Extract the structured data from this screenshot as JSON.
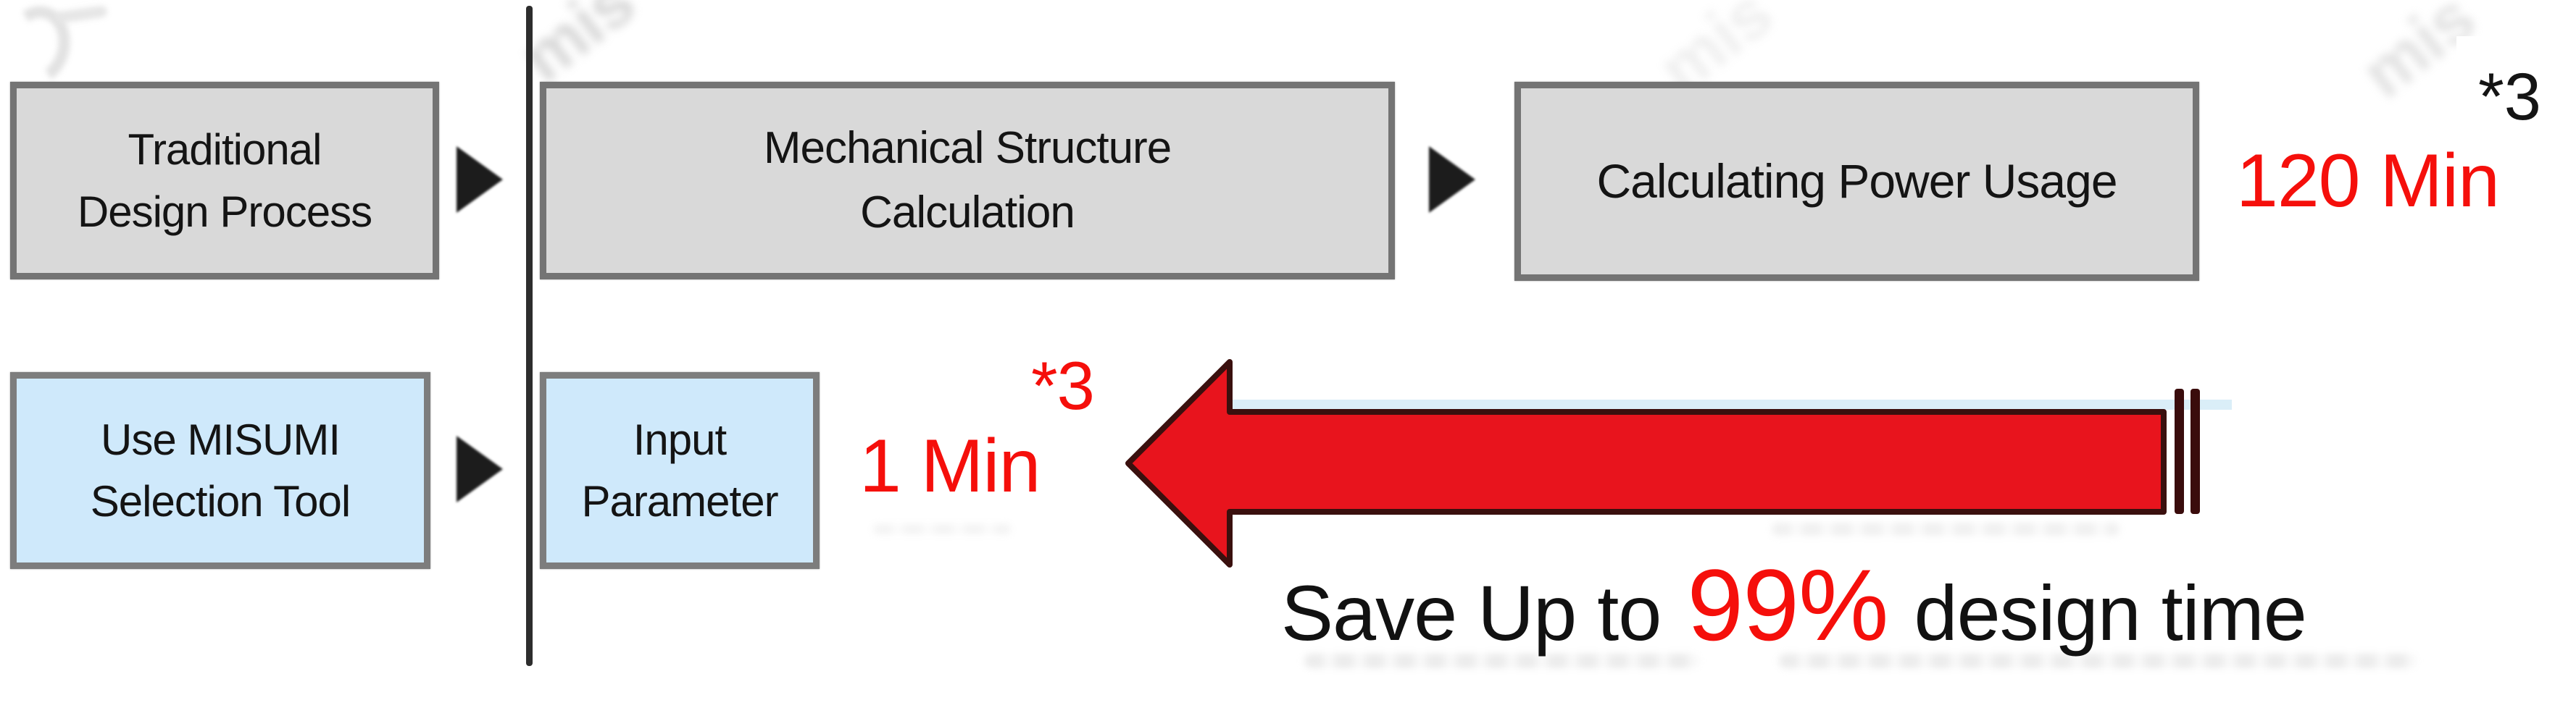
{
  "top_row": {
    "box1": {
      "line1": "Traditional",
      "line2": "Design Process"
    },
    "box2": {
      "line1": "Mechanical Structure",
      "line2": "Calculation"
    },
    "box3": {
      "line1": "Calculating Power Usage"
    },
    "time": "120 Min",
    "footnote": "*3"
  },
  "bottom_row": {
    "box1": {
      "line1": "Use MISUMI",
      "line2": "Selection Tool"
    },
    "box2": {
      "line1": "Input",
      "line2": "Parameter"
    },
    "time": "1 Min",
    "footnote": "*3"
  },
  "savings": {
    "prefix": "Save Up to",
    "highlight": "99%",
    "suffix": "design time"
  },
  "watermark": {
    "fragment": "mis"
  },
  "colors": {
    "gray_box_fill": "#d9d9d9",
    "blue_box_fill": "#cfe9fb",
    "box_border": "#747474",
    "flow_triangle": "#1c1c1c",
    "divider": "#2d2d2d",
    "arrow_red_fill": "#e8141d",
    "arrow_outline": "#3a100e",
    "red_text": "#f50f0b",
    "black_text": "#141414"
  }
}
